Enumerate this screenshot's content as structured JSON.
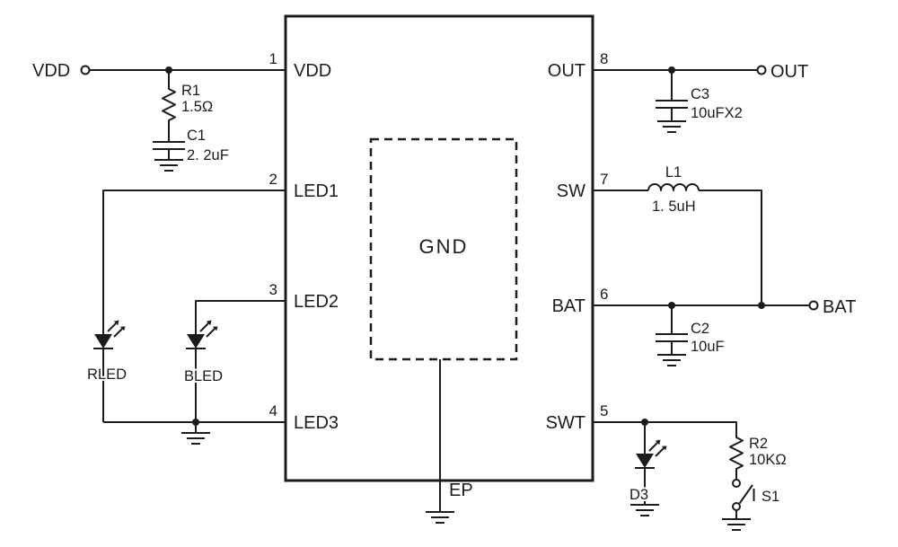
{
  "colors": {
    "line": "#1c1c1c",
    "background": "#ffffff"
  },
  "ic": {
    "gnd_label": "GND",
    "ep_label": "EP",
    "pins": {
      "p1": {
        "num": "1",
        "name": "VDD"
      },
      "p2": {
        "num": "2",
        "name": "LED1"
      },
      "p3": {
        "num": "3",
        "name": "LED2"
      },
      "p4": {
        "num": "4",
        "name": "LED3"
      },
      "p5": {
        "num": "5",
        "name": "SWT"
      },
      "p6": {
        "num": "6",
        "name": "BAT"
      },
      "p7": {
        "num": "7",
        "name": "SW"
      },
      "p8": {
        "num": "8",
        "name": "OUT"
      }
    }
  },
  "terminals": {
    "vdd": "VDD",
    "out": "OUT",
    "bat": "BAT"
  },
  "components": {
    "r1": {
      "ref": "R1",
      "value": "1.5Ω"
    },
    "c1": {
      "ref": "C1",
      "value": "2. 2uF"
    },
    "c2": {
      "ref": "C2",
      "value": "10uF"
    },
    "c3": {
      "ref": "C3",
      "value": "10uFX2"
    },
    "l1": {
      "ref": "L1",
      "value": "1. 5uH"
    },
    "r2": {
      "ref": "R2",
      "value": "10KΩ"
    },
    "rled": {
      "ref": "RLED"
    },
    "bled": {
      "ref": "BLED"
    },
    "d3": {
      "ref": "D3"
    },
    "s1": {
      "ref": "S1"
    }
  }
}
